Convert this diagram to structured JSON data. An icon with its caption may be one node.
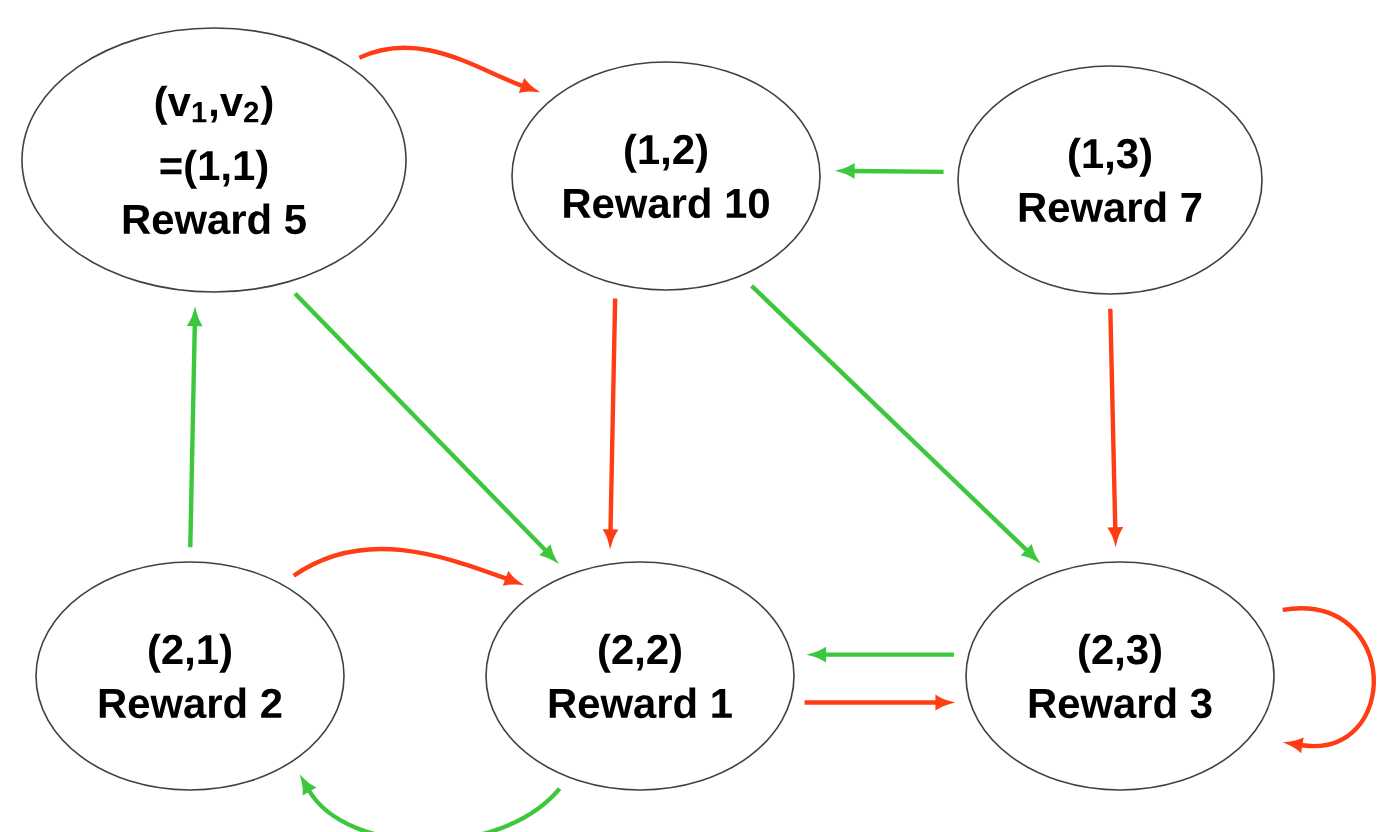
{
  "diagram": {
    "nodes": [
      {
        "text": [
          "(v$_{1}$,v$_{2}$) =(1,1)",
          "Reward 5"
        ]
      },
      {
        "text": [
          "(1,2)",
          "Reward 10"
        ]
      },
      {
        "text": [
          "(1,3)",
          "Reward 7"
        ]
      },
      {
        "text": [
          "(2,1)",
          "Reward 2"
        ]
      },
      {
        "text": [
          "(2,2)",
          "Reward 1"
        ]
      },
      {
        "text": [
          "(2,3)",
          "Reward 3"
        ]
      }
    ],
    "edges": [
      {
        "from": 0,
        "to": 1,
        "arrow": "to",
        "color": "#ff3c14"
      },
      {
        "from": 2,
        "to": 1,
        "arrow": "to",
        "color": "#3cc83c"
      },
      {
        "from": 1,
        "to": 4,
        "arrow": "to",
        "color": "#ff3c14"
      },
      {
        "from": 0,
        "to": 4,
        "arrow": "to",
        "color": "#3cc83c"
      },
      {
        "from": 1,
        "to": 5,
        "arrow": "to",
        "color": "#3cc83c"
      },
      {
        "from": 2,
        "to": 5,
        "arrow": "to",
        "color": "#ff3c14"
      },
      {
        "from": 3,
        "to": 0,
        "arrow": "to",
        "color": "#3cc83c"
      },
      {
        "from": 3,
        "to": 4,
        "arrow": "to",
        "color": "#ff3c14"
      },
      {
        "from": 4,
        "to": 3,
        "arrow": "to",
        "color": "#3cc83c"
      },
      {
        "from": 5,
        "to": 4,
        "arrow": "to",
        "color": "#3cc83c"
      },
      {
        "from": 4,
        "to": 5,
        "arrow": "to",
        "color": "#ff3c14"
      },
      {
        "from": 5,
        "to": 5,
        "arrow": "to",
        "color": "#ff3c14"
      }
    ]
  }
}
